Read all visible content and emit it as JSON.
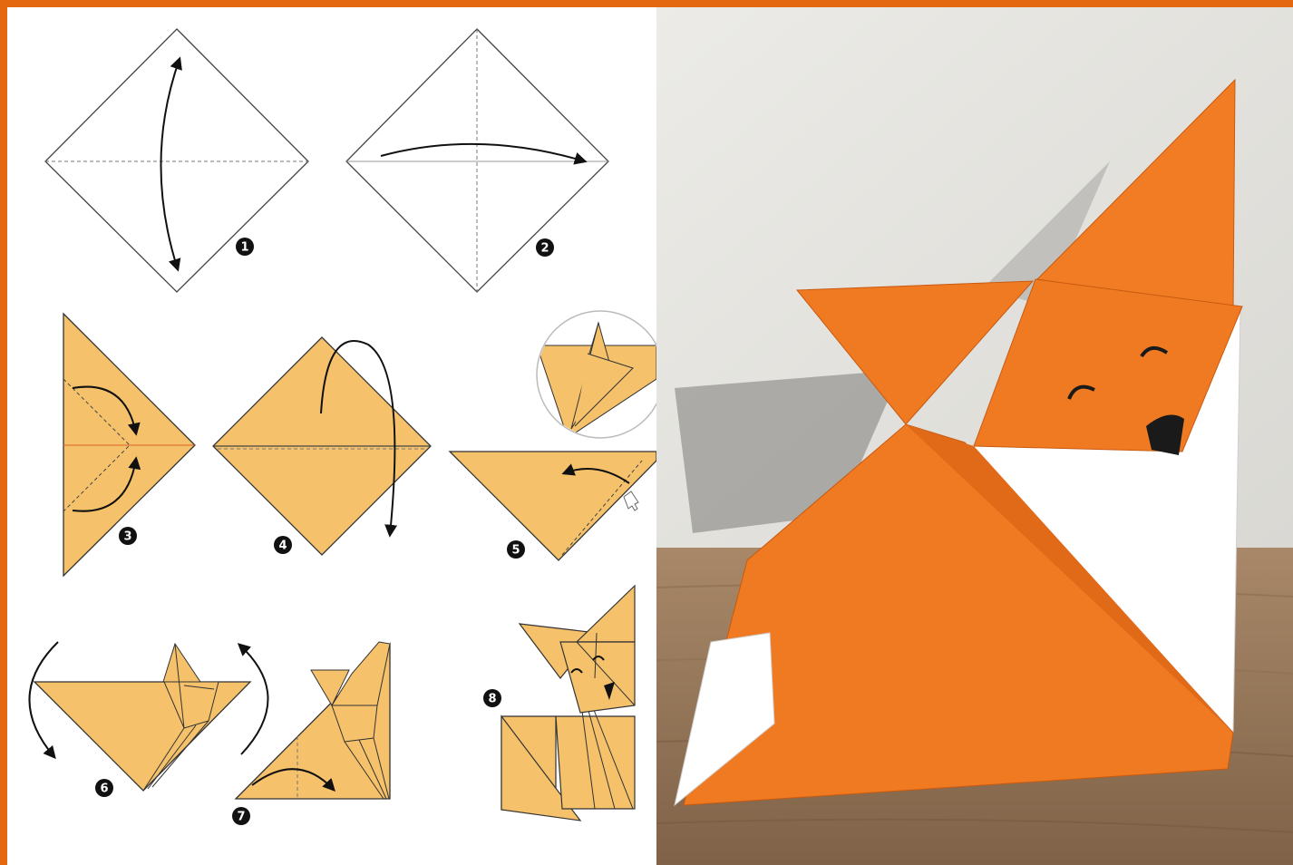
{
  "steps": [
    {
      "number": "1"
    },
    {
      "number": "2"
    },
    {
      "number": "3"
    },
    {
      "number": "4"
    },
    {
      "number": "5"
    },
    {
      "number": "6"
    },
    {
      "number": "7"
    },
    {
      "number": "8"
    }
  ],
  "colors": {
    "frame": "#e3680f",
    "paper_yellow": "#f5c26b",
    "paper_orange": "#f07a22",
    "paper_white": "#ffffff",
    "wall": "#e8e8e4",
    "table": "#9a7a5c"
  }
}
